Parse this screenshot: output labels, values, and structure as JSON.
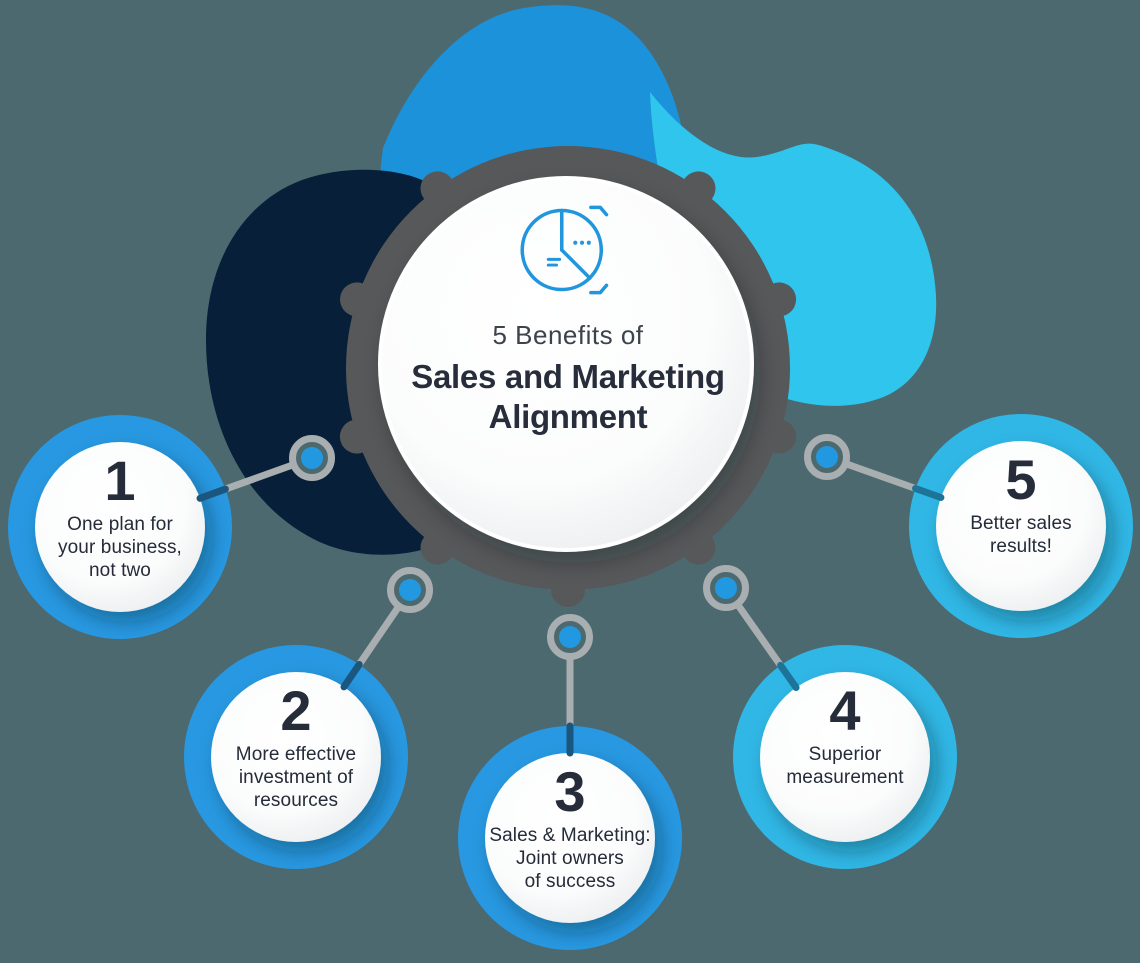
{
  "title": {
    "subtitle": "5 Benefits of",
    "main": "Sales and Marketing\nAlignment"
  },
  "center_icon": "pie-chart-icon",
  "benefits": [
    {
      "number": "1",
      "label": "One plan for\nyour business,\nnot two",
      "accent": "#2798e1"
    },
    {
      "number": "2",
      "label": "More effective\ninvestment of\nresources",
      "accent": "#2798e1"
    },
    {
      "number": "3",
      "label": "Sales & Marketing:\nJoint owners\nof success",
      "accent": "#2798e1"
    },
    {
      "number": "4",
      "label": "Superior\nmeasurement",
      "accent": "#30b7e6"
    },
    {
      "number": "5",
      "label": "Better sales\nresults!",
      "accent": "#30b7e6"
    }
  ],
  "palette": {
    "background": "#4d6970",
    "blob_navy": "#071f38",
    "blob_blue": "#1b92da",
    "blob_cyan": "#2fc5ec",
    "center_ring_gray": "#57585a",
    "connector_gray": "#a9aeb0",
    "connector_dot_blue": "#2298e0",
    "connector_overlap_blue": "#1b567e",
    "connector_overlap_cyan": "#1e7498",
    "circle_blue": "#2798e1",
    "circle_cyan": "#30b7e6",
    "text_dark": "#252b39",
    "subtitle_gray": "#3d434c",
    "icon_blue": "#2196dc"
  }
}
